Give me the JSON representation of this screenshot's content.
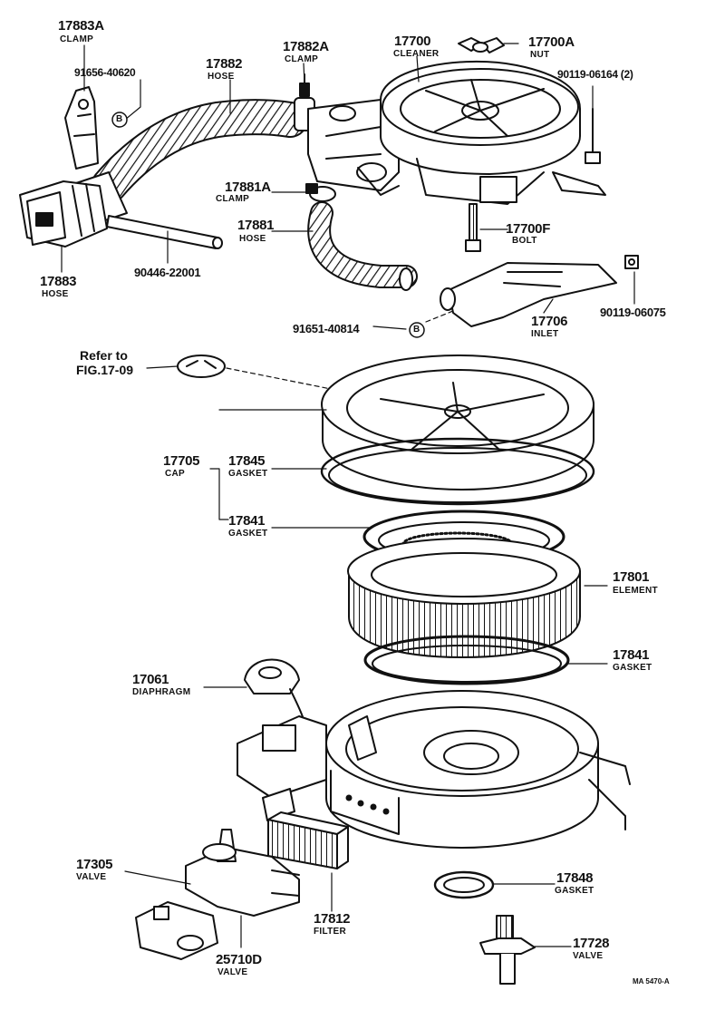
{
  "parts": {
    "p17883A": {
      "number": "17883A",
      "name": "CLAMP"
    },
    "p91656": {
      "number": "91656-40620"
    },
    "p17882": {
      "number": "17882",
      "name": "HOSE"
    },
    "p17882A": {
      "number": "17882A",
      "name": "CLAMP"
    },
    "p17700": {
      "number": "17700",
      "name": "CLEANER"
    },
    "p17700A": {
      "number": "17700A",
      "name": "NUT"
    },
    "p90119a": {
      "number": "90119-06164 (2)"
    },
    "p17881A": {
      "number": "17881A",
      "name": "CLAMP"
    },
    "p17881": {
      "number": "17881",
      "name": "HOSE"
    },
    "p17700F": {
      "number": "17700F",
      "name": "BOLT"
    },
    "p17883": {
      "number": "17883",
      "name": "HOSE"
    },
    "p90446": {
      "number": "90446-22001"
    },
    "p90119b": {
      "number": "90119-06075"
    },
    "p17706": {
      "number": "17706",
      "name": "INLET"
    },
    "p91651": {
      "number": "91651-40814"
    },
    "p17705": {
      "number": "17705",
      "name": "CAP"
    },
    "p17845": {
      "number": "17845",
      "name": "GASKET"
    },
    "p17841a": {
      "number": "17841",
      "name": "GASKET"
    },
    "p17801": {
      "number": "17801",
      "name": "ELEMENT"
    },
    "p17841b": {
      "number": "17841",
      "name": "GASKET"
    },
    "p17061": {
      "number": "17061",
      "name": "DIAPHRAGM"
    },
    "p17305": {
      "number": "17305",
      "name": "VALVE"
    },
    "p17812": {
      "number": "17812",
      "name": "FILTER"
    },
    "p25710D": {
      "number": "25710D",
      "name": "VALVE"
    },
    "p17848": {
      "number": "17848",
      "name": "GASKET"
    },
    "p17728": {
      "number": "17728",
      "name": "VALVE"
    }
  },
  "reference": {
    "line1": "Refer to",
    "line2": "FIG.17-09"
  },
  "callout_letter": "B",
  "drawing_code": "MA 5470-A"
}
